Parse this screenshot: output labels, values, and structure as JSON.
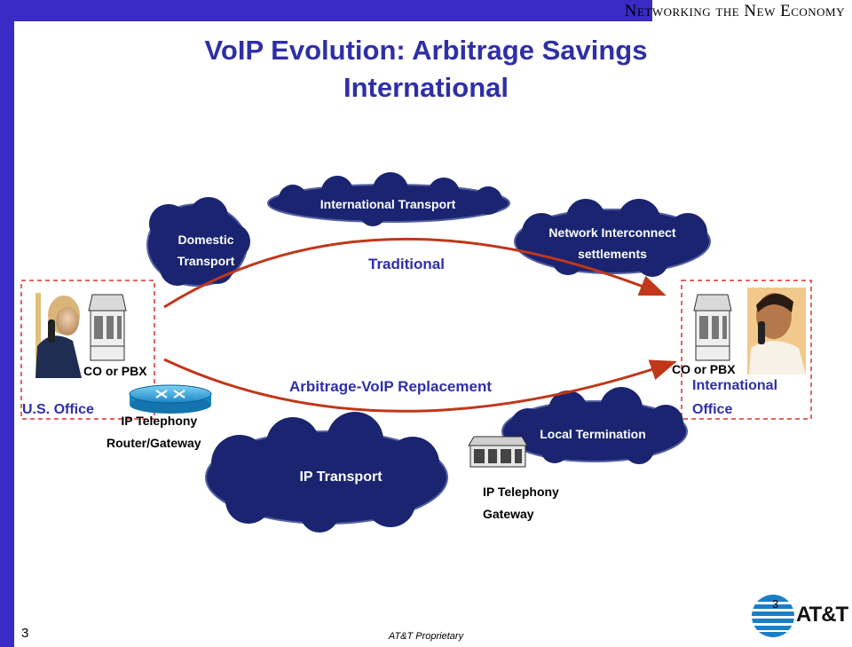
{
  "header": {
    "brand": "Networking the New Economy"
  },
  "title": {
    "line1": "VoIP Evolution: Arbitrage Savings",
    "line2": "International"
  },
  "clouds": {
    "international_transport": "International Transport",
    "domestic_line1": "Domestic",
    "domestic_line2": "Transport",
    "network_line1": "Network Interconnect",
    "network_line2": "settlements",
    "local_termination": "Local Termination",
    "ip_transport": "IP Transport"
  },
  "paths": {
    "traditional": "Traditional",
    "arbitrage": "Arbitrage-VoIP Replacement"
  },
  "left_site": {
    "pbx_label": "CO or PBX",
    "office_label": "U.S. Office",
    "router_line1": "IP Telephony",
    "router_line2": "Router/Gateway"
  },
  "right_site": {
    "pbx_label": "CO or PBX",
    "office_line1": "International",
    "office_line2": "Office"
  },
  "gateway": {
    "line1": "IP Telephony",
    "line2": "Gateway"
  },
  "footer": {
    "proprietary": "AT&T Proprietary",
    "page_number": "3",
    "page_number_small": "3",
    "logo_text": "AT&T"
  },
  "colors": {
    "accent_blue": "#3a2bc4",
    "cloud_navy": "#1a2470",
    "arrow_red": "#c0371a",
    "title_blue": "#2f2fa8"
  }
}
